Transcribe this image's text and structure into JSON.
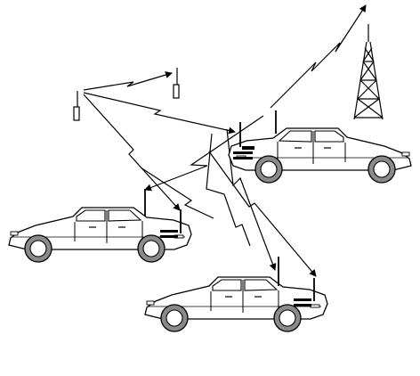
{
  "palette": {
    "ink": "#000000",
    "paper": "#ffffff",
    "tire": "#8a8a8a"
  },
  "elements": {
    "tower": "radio-tower",
    "handhelds": [
      "portable-radio",
      "portable-radio"
    ],
    "vehicles": [
      "car-with-antenna",
      "car-with-antenna",
      "car-with-antenna"
    ],
    "links": "radio-transmission-zigzag"
  }
}
